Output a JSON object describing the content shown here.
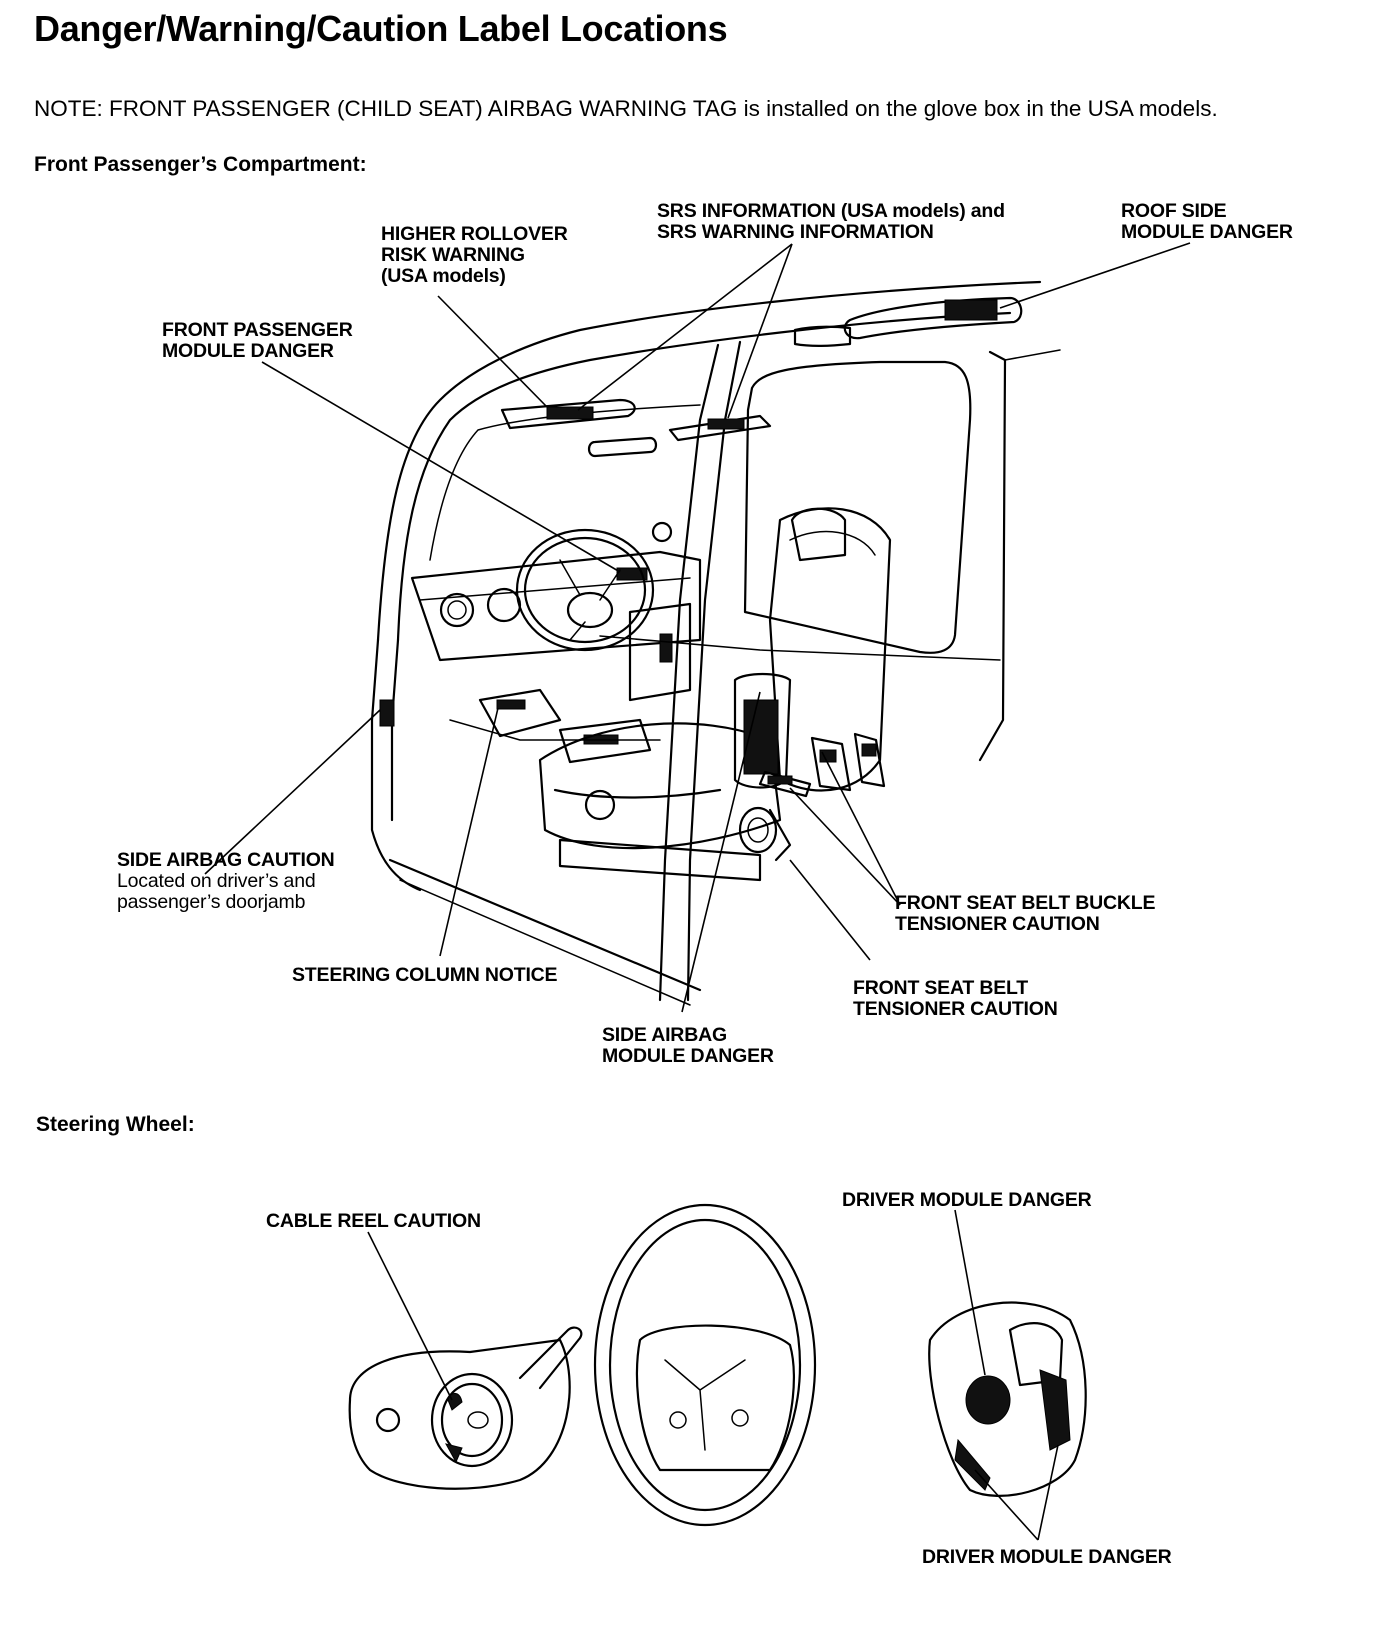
{
  "title": "Danger/Warning/Caution Label Locations",
  "note": "NOTE: FRONT PASSENGER (CHILD SEAT) AIRBAG WARNING TAG is installed on the glove box in the USA models.",
  "sections": {
    "front": "Front Passenger’s Compartment:",
    "steering": "Steering Wheel:"
  },
  "labels": {
    "srs_info": "SRS INFORMATION (USA models) and\nSRS WARNING INFORMATION",
    "roof_side": "ROOF SIDE\nMODULE DANGER",
    "rollover": "HIGHER ROLLOVER\nRISK WARNING\n(USA models)",
    "front_passenger_module": "FRONT PASSENGER\nMODULE DANGER",
    "side_airbag_caution": "SIDE AIRBAG CAUTION",
    "side_airbag_caution_sub": "Located on driver’s and\npassenger’s doorjamb",
    "buckle_tensioner": "FRONT SEAT BELT BUCKLE\nTENSIONER CAUTION",
    "steering_column": "STEERING COLUMN NOTICE",
    "belt_tensioner": "FRONT SEAT BELT\nTENSIONER CAUTION",
    "side_airbag_module": "SIDE AIRBAG\nMODULE DANGER",
    "cable_reel": "CABLE REEL CAUTION",
    "driver_module_top": "DRIVER MODULE DANGER",
    "driver_module_bottom": "DRIVER MODULE DANGER"
  }
}
